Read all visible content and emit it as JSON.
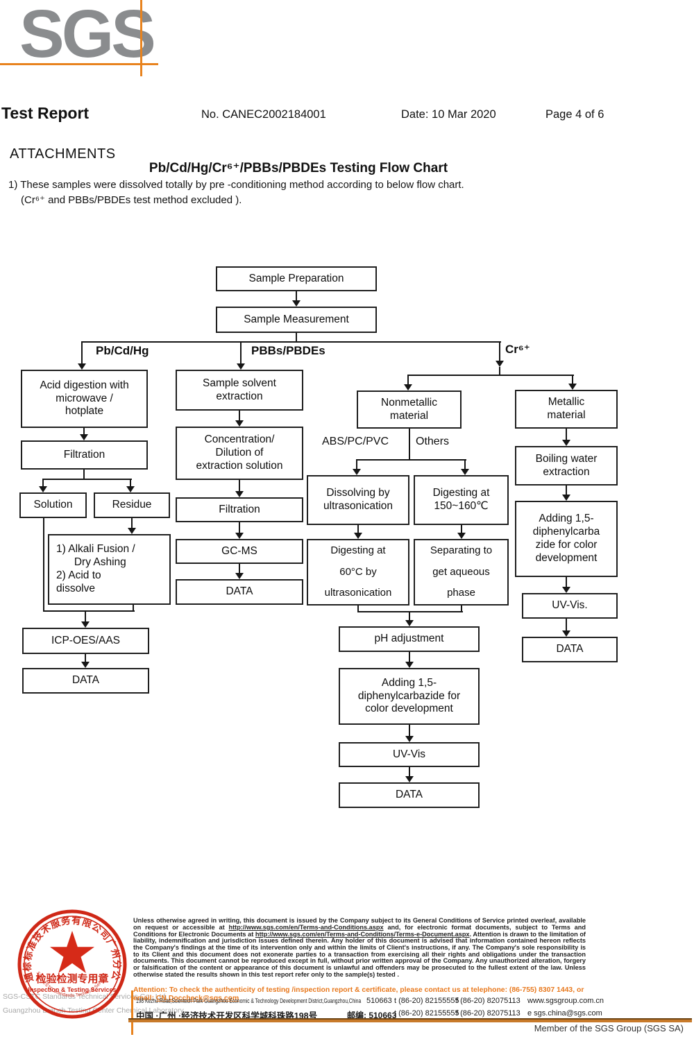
{
  "header": {
    "brand": "SGS",
    "title": "Test Report",
    "report_no": "No. CANEC2002184001",
    "date": "Date: 10 Mar 2020",
    "page": "Page 4 of 6"
  },
  "attachments": {
    "heading": "ATTACHMENTS",
    "flow_title": "Pb/Cd/Hg/Cr⁶⁺/PBBs/PBDEs Testing Flow Chart",
    "note1": "1) These samples were dissolved totally by pre -conditioning method according to below flow chart.",
    "note2": "(Cr⁶⁺ and PBBs/PBDEs  test method excluded )."
  },
  "flowchart": {
    "boxes": {
      "sample_prep": "Sample Preparation",
      "sample_meas": "Sample Measurement",
      "acid": "Acid digestion with\nmicrowave /\nhotplate",
      "filt_l": "Filtration",
      "solution": "Solution",
      "residue": "Residue",
      "alkali": "1) Alkali Fusion /\n      Dry Ashing\n2) Acid to\ndissolve",
      "icp": "ICP-OES/AAS",
      "data_l": "DATA",
      "solvent": "Sample solvent\nextraction",
      "conc": "Concentration/\nDilution of\nextraction solution",
      "filt_m": "Filtration",
      "gcms": "GC-MS",
      "data_m": "DATA",
      "nonmet": "Nonmetallic\nmaterial",
      "metallic": "Metallic\nmaterial",
      "dissolving": "Dissolving by\nultrasonication",
      "digest150": "Digesting at\n150~160℃",
      "digest60": "Digesting at\n60°C by\nultrasonication",
      "separating": "Separating to\nget aqueous\nphase",
      "ph": "pH adjustment",
      "adding_m": "Adding 1,5-\ndiphenylcarbazide for\ncolor development",
      "uvvis_m": "UV-Vis",
      "data_m2": "DATA",
      "boiling": "Boiling water\nextraction",
      "adding_r": "Adding 1,5-\ndiphenylcarba\nzide for color\ndevelopment",
      "uvvis_r": "UV-Vis.",
      "data_r": "DATA"
    },
    "branch_labels": {
      "pbcdhg": "Pb/Cd/Hg",
      "pbbs": "PBBs/PBDEs",
      "cr": "Cr⁶⁺",
      "abs": "ABS/PC/PVC",
      "others": "Others"
    }
  },
  "footer": {
    "legal": {
      "parts": [
        {
          "t": "Unless otherwise agreed in writing, this document is issued by the Company subject to its General Conditions of Service printed overleaf, available on request or accessible at "
        },
        {
          "t": "http://www.sgs.com/en/Terms-and-Conditions.aspx",
          "u": 1
        },
        {
          "t": " and, for electronic format documents, subject to Terms and Conditions for Electronic Documents at "
        },
        {
          "t": "http://www.sgs.com/en/Terms-and-Conditions/Terms-e-Document.aspx",
          "u": 1
        },
        {
          "t": ". Attention is drawn to the limitation of liability, indemnification and jurisdiction issues defined therein. Any holder of this document is advised that information contained hereon reflects the Company's findings at the time of its intervention only and within the limits of Client's instructions, if any. The Company's sole responsibility is to its Client and this document does not exonerate parties to a transaction from exercising all their rights and obligations under the transaction documents. This document cannot be reproduced except in full, without prior written approval of the Company. Any unauthorized alteration, forgery or falsification of the content or appearance of this document is unlawful and offenders may be prosecuted to the fullest extent of the law. Unless otherwise stated the results shown in this test report refer only to the sample(s) tested ."
        }
      ]
    },
    "attention": {
      "parts": [
        {
          "t": "Attention: To check the authenticity of testing /inspection report & certificate, please contact us at telephone: (86-755) 8307 1443, or email: "
        },
        {
          "t": "CN.Doccheck@sgs.com",
          "u": 1
        }
      ]
    },
    "address": {
      "rows": [
        {
          "addr": "198 Kezhu Road,Scientech Park Guangzhou Economic & Technology Development District,Guangzhou,China",
          "code": "510663",
          "tel": "t (86-20) 82155555",
          "fax": "f (86-20) 82075113",
          "site": "www.sgsgroup.com.cn"
        },
        {
          "addr": "中国 ·广州 ·经济技术开发区科学城科珠路198号",
          "code": "邮编: 510663",
          "tel": "t (86-20) 82155555",
          "fax": "f (86-20) 82075113",
          "site": "e  sgs.china@sgs.com"
        }
      ]
    },
    "member": "Member of the SGS Group (SGS SA)",
    "company_line1": "SGS-CSTC Standards Technical Services Co., Ltd.",
    "company_line2": "Guangzhou Branch Testing Center Chemical Laboratory.",
    "stamp": {
      "ring_top": "通标标准技术服务有限公司广州分公司",
      "center_cn": "检验检测专用章",
      "center_en": "Inspection & Testing Services",
      "ring_bottom": "SGS-CSTC Standards Technical Services Co., Ltd.  Guangzhou Branch"
    }
  },
  "colors": {
    "sgs_orange": "#e8831e",
    "attention_orange": "#e8791e",
    "stamp_red": "#cf2817",
    "logo_gray": "#8a8c8e",
    "box_border": "#1f1f1f"
  }
}
